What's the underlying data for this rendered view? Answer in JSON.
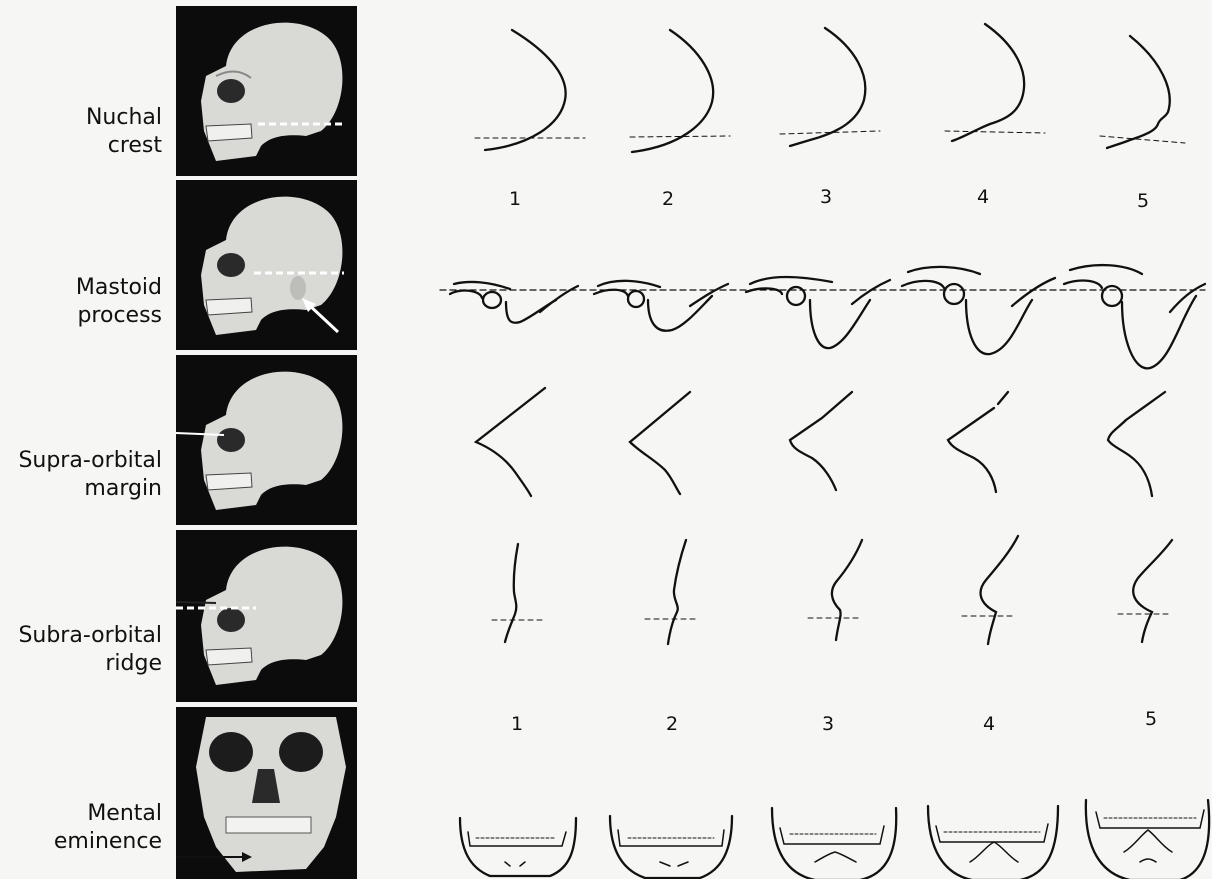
{
  "traits": [
    {
      "key": "nuchal",
      "line1": "Nuchal",
      "line2": "crest"
    },
    {
      "key": "mastoid",
      "line1": "Mastoid",
      "line2": "process"
    },
    {
      "key": "supraorbital",
      "line1": "Supra-orbital",
      "line2": "margin"
    },
    {
      "key": "subraorbital",
      "line1": "Subra-orbital",
      "line2": "ridge"
    },
    {
      "key": "mental",
      "line1": "Mental",
      "line2": "eminence"
    }
  ],
  "scores": [
    "1",
    "2",
    "3",
    "4",
    "5"
  ],
  "colors": {
    "photo_bg": "#0c0c0c",
    "skull": "#d9d9d6",
    "ink": "#111111",
    "page": "#f6f6f4"
  }
}
